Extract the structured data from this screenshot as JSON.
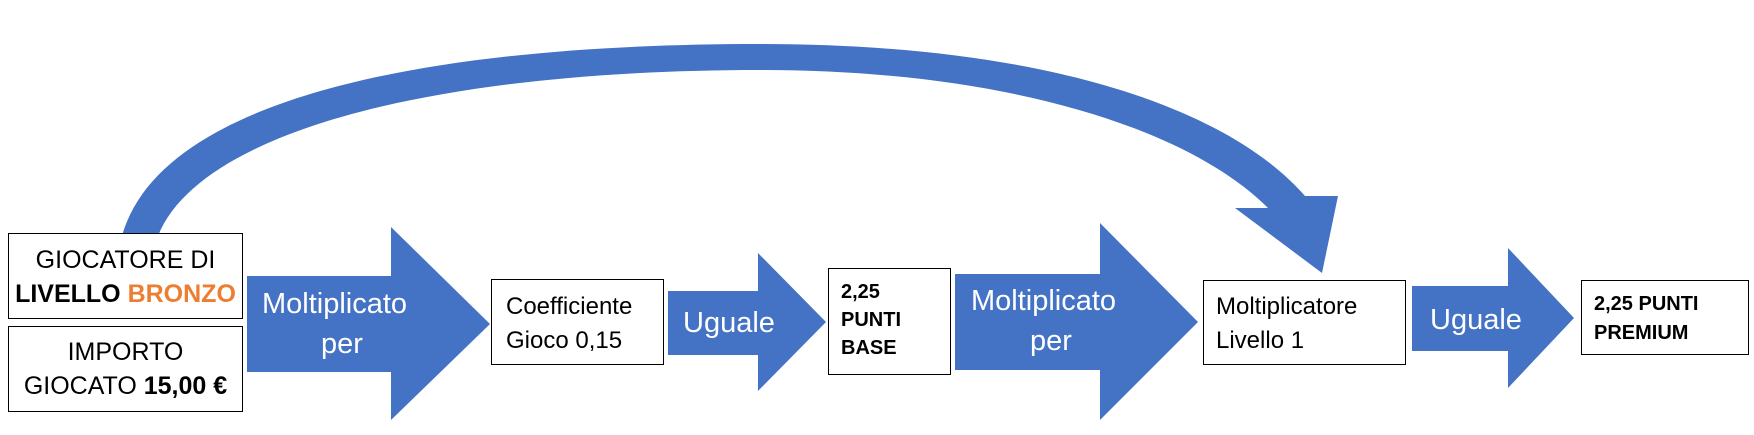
{
  "colors": {
    "arrow": "#4472C4",
    "highlight": "#ED7D31",
    "border": "#000000",
    "arrow_text": "#FFFFFF"
  },
  "player_box": {
    "line1": "GIOCATORE DI",
    "line2_prefix": "LIVELLO ",
    "line2_level": "BRONZO"
  },
  "amount_box": {
    "line1": "IMPORTO",
    "line2_prefix": "GIOCATO ",
    "line2_amount": "15,00 €"
  },
  "multiply_arrow_1": {
    "line1": "Moltiplicato",
    "line2": "per"
  },
  "coefficient_box": {
    "line1": "Coefficiente",
    "line2": "Gioco 0,15"
  },
  "equals_arrow_1": {
    "label": "Uguale"
  },
  "base_points_box": {
    "line1": "2,25",
    "line2": "PUNTI",
    "line3": "BASE"
  },
  "multiply_arrow_2": {
    "line1": "Moltiplicato",
    "line2": "per"
  },
  "level_multiplier_box": {
    "line1": "Moltiplicatore",
    "line2": "Livello 1"
  },
  "equals_arrow_2": {
    "label": "Uguale"
  },
  "premium_points_box": {
    "line1": "2,25 PUNTI",
    "line2": "PREMIUM"
  },
  "curved_arrow": {
    "from": "player_box",
    "to": "level_multiplier_box"
  }
}
